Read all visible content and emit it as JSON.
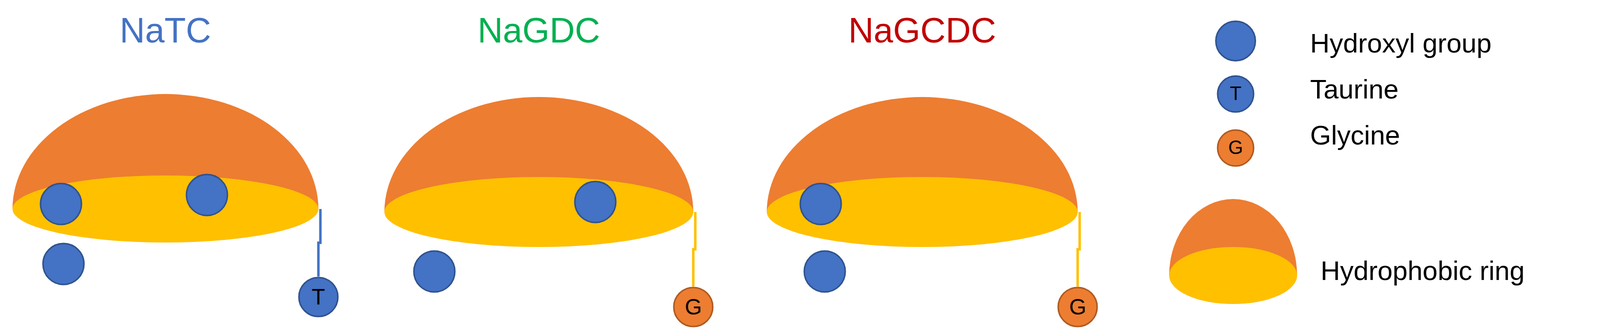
{
  "diagram": {
    "nodes": [
      {
        "text": [
          "NaTC"
        ]
      },
      {
        "text": [
          "T"
        ]
      },
      {
        "text": [
          "NaGDC"
        ]
      },
      {
        "text": [
          "G"
        ]
      },
      {
        "text": [
          "NaGCDC"
        ]
      },
      {
        "text": [
          "G"
        ]
      }
    ],
    "edges": [
      {
        "from": 0,
        "to": 1,
        "arrow": "none"
      },
      {
        "from": 2,
        "to": 3,
        "arrow": "none"
      },
      {
        "from": 4,
        "to": 5,
        "arrow": "none"
      }
    ],
    "labels": [
      "T",
      "G"
    ],
    "legend": [
      {
        "text": "Hydroxyl group",
        "color": "#4472c4"
      },
      {
        "text": "Taurine"
      },
      {
        "text": "Glycine"
      },
      {
        "text": "Hydrophobic ring"
      }
    ]
  }
}
